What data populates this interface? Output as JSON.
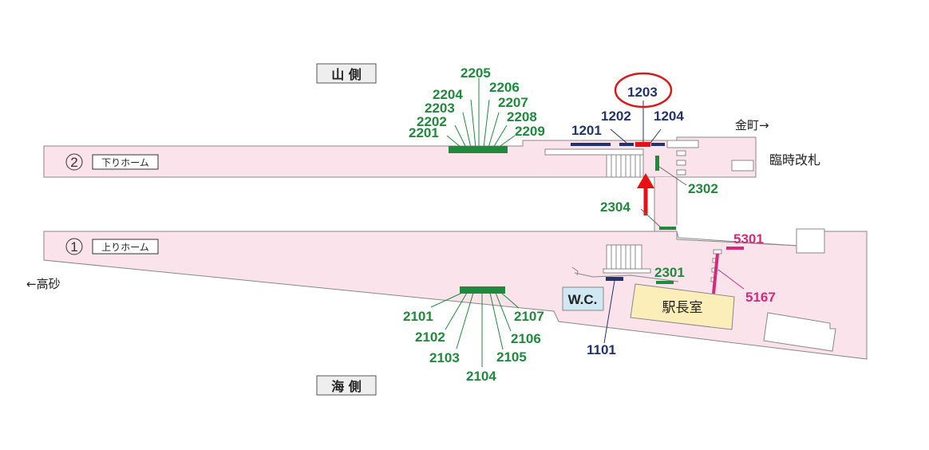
{
  "map": {
    "mountain_side": "山 側",
    "sea_side": "海 側",
    "toward_kanamachi": "金町→",
    "toward_takasago": "←高砂",
    "temporary_gate": "臨時改札",
    "platform_2": {
      "number": "②",
      "name": "下りホーム"
    },
    "platform_1": {
      "number": "①",
      "name": "上りホーム"
    },
    "wc": "W.C.",
    "station_master_office": "駅長室",
    "highlighted_location": "1203"
  },
  "colors": {
    "platform": "#fbe3ec",
    "green": "#1f8a3c",
    "navy": "#23336e",
    "magenta": "#d62a7a",
    "red": "#e81010",
    "office": "#fbeeb8",
    "wc": "#cfe8f3"
  },
  "labels": {
    "g2201": "2201",
    "g2202": "2202",
    "g2203": "2203",
    "g2204": "2204",
    "g2205": "2205",
    "g2206": "2206",
    "g2207": "2207",
    "g2208": "2208",
    "g2209": "2209",
    "b1201": "1201",
    "b1202": "1202",
    "b1203": "1203",
    "b1204": "1204",
    "g2302": "2302",
    "g2304": "2304",
    "g2301": "2301",
    "m5301": "5301",
    "m5167": "5167",
    "b1101": "1101",
    "g2101": "2101",
    "g2102": "2102",
    "g2103": "2103",
    "g2104": "2104",
    "g2105": "2105",
    "g2106": "2106",
    "g2107": "2107"
  }
}
